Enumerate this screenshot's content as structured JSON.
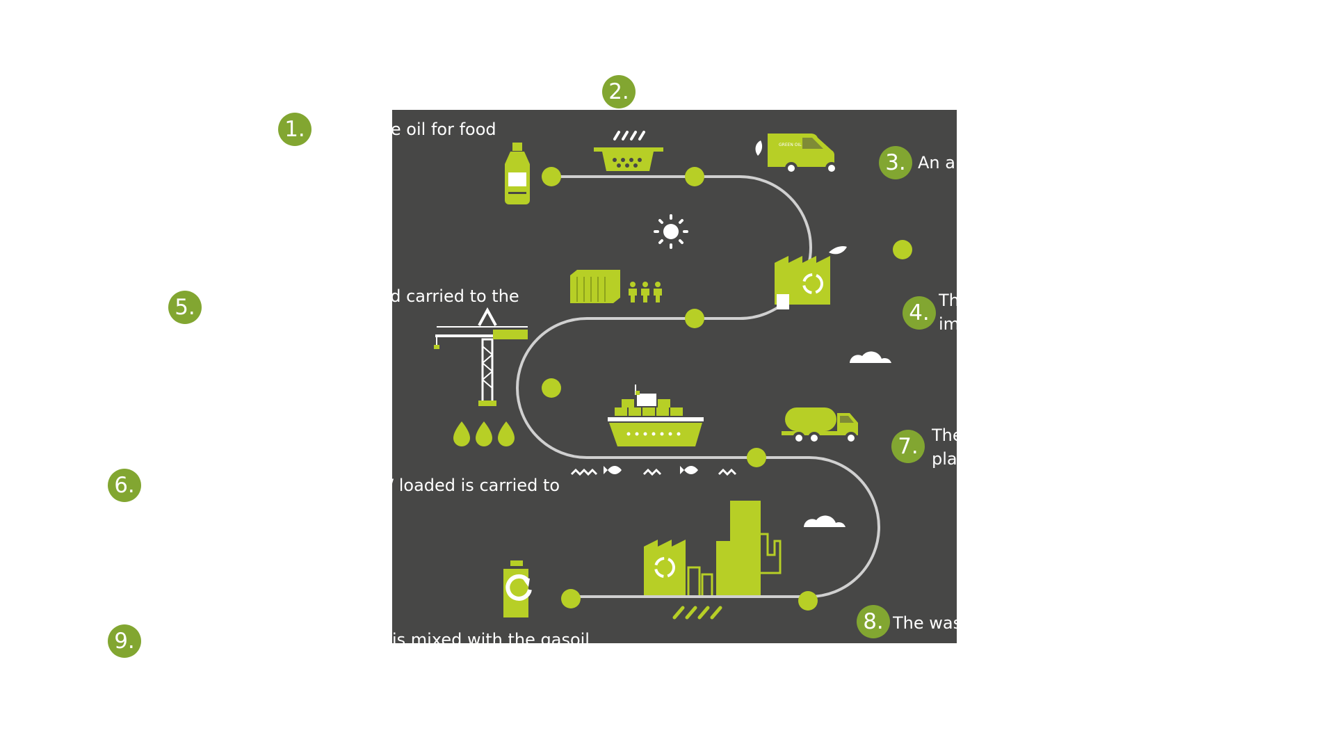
{
  "colors": {
    "panel": "#474746",
    "badge": "#82a631",
    "lime": "#b7cf26",
    "path": "#d0d0d0",
    "text": "#ffffff"
  },
  "steps": [
    {
      "number": "1.",
      "caption": "ble oil for food"
    },
    {
      "number": "2.",
      "caption": ""
    },
    {
      "number": "3.",
      "caption": "An a"
    },
    {
      "number": "4.",
      "caption_line1": "Th",
      "caption_line2": "im"
    },
    {
      "number": "5.",
      "caption": "nd carried to the"
    },
    {
      "number": "6.",
      "caption": "/ loaded is carried to"
    },
    {
      "number": "7.",
      "caption_line1": "The",
      "caption_line2": "pla"
    },
    {
      "number": "8.",
      "caption": "The was"
    },
    {
      "number": "9.",
      "caption": "is mixed with the gasoil"
    }
  ],
  "icons": [
    "bottle-icon",
    "frying-basket-icon",
    "delivery-van-icon",
    "sun-icon",
    "factory-recycle-icon",
    "container-icon",
    "people-icon",
    "crane-icon",
    "drops-icon",
    "cloud-icon",
    "cargo-ship-icon",
    "tanker-truck-icon",
    "waves-fish-icon",
    "refinery-icon",
    "fuel-recycle-icon"
  ],
  "van_text": "GREEN OIL"
}
